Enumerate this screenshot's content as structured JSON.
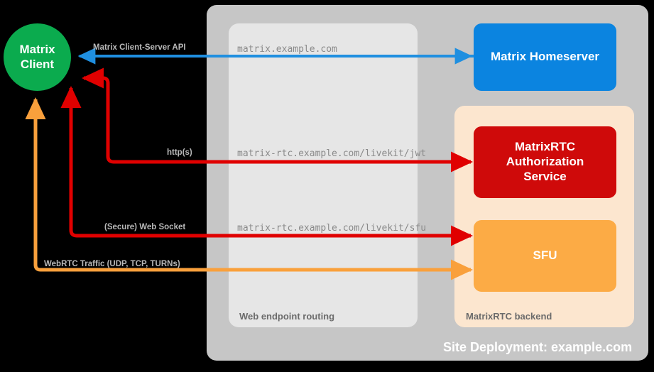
{
  "diagram": {
    "title": "Site Deployment: example.com",
    "containers": [
      {
        "id": "site-deployment",
        "caption": "Site Deployment: example.com",
        "color": "#c6c6c6"
      },
      {
        "id": "web-endpoint-routing",
        "caption": "Web endpoint routing",
        "color": "#e6e6e6"
      },
      {
        "id": "matrixrtc-backend",
        "caption": "MatrixRTC backend",
        "color": "#fce6cf"
      }
    ],
    "nodes": {
      "matrix_client": {
        "label": "Matrix\nClient",
        "line1": "Matrix",
        "line2": "Client",
        "color": "#0bab4e",
        "shape": "circle"
      },
      "homeserver": {
        "label": "Matrix Homeserver",
        "color": "#0b84e0",
        "shape": "rounded-rect"
      },
      "auth_service": {
        "line1": "MatrixRTC",
        "line2": "Authorization",
        "line3": "Service",
        "color": "#cf0a0a",
        "shape": "rounded-rect"
      },
      "sfu": {
        "label": "SFU",
        "color": "#fcab45",
        "shape": "rounded-rect"
      }
    },
    "endpoints": [
      {
        "id": "cs-api",
        "url": "matrix.example.com"
      },
      {
        "id": "jwt",
        "url": "matrix-rtc.example.com/livekit/jwt"
      },
      {
        "id": "sfu",
        "url": "matrix-rtc.example.com/livekit/sfu"
      }
    ],
    "flows": [
      {
        "id": "cs-api",
        "label": "Matrix Client-Server API",
        "color": "#1f8fe0",
        "direction": "to-client"
      },
      {
        "id": "https",
        "label": "http(s)",
        "color": "#e00000",
        "direction": "to-client"
      },
      {
        "id": "websocket",
        "label": "(Secure) Web Socket",
        "color": "#e00000",
        "direction": "to-client"
      },
      {
        "id": "webrtc",
        "label": "WebRTC Traffic (UDP, TCP, TURNs)",
        "color": "#f9a03c",
        "direction": "to-client"
      }
    ],
    "colors": {
      "background": "#000000",
      "site_container": "#c6c6c6",
      "routing_container": "#e6e6e6",
      "backend_container": "#fce6cf",
      "green": "#0bab4e",
      "blue": "#0b84e0",
      "red": "#cf0a0a",
      "orange": "#fcab45",
      "arrow_blue": "#1f8fe0",
      "arrow_red": "#e00000",
      "arrow_orange": "#f9a03c",
      "caption_gray": "#6b6b6b",
      "endpoint_gray": "#8a8a8a",
      "flow_label_gray": "#b9b9b9"
    }
  }
}
